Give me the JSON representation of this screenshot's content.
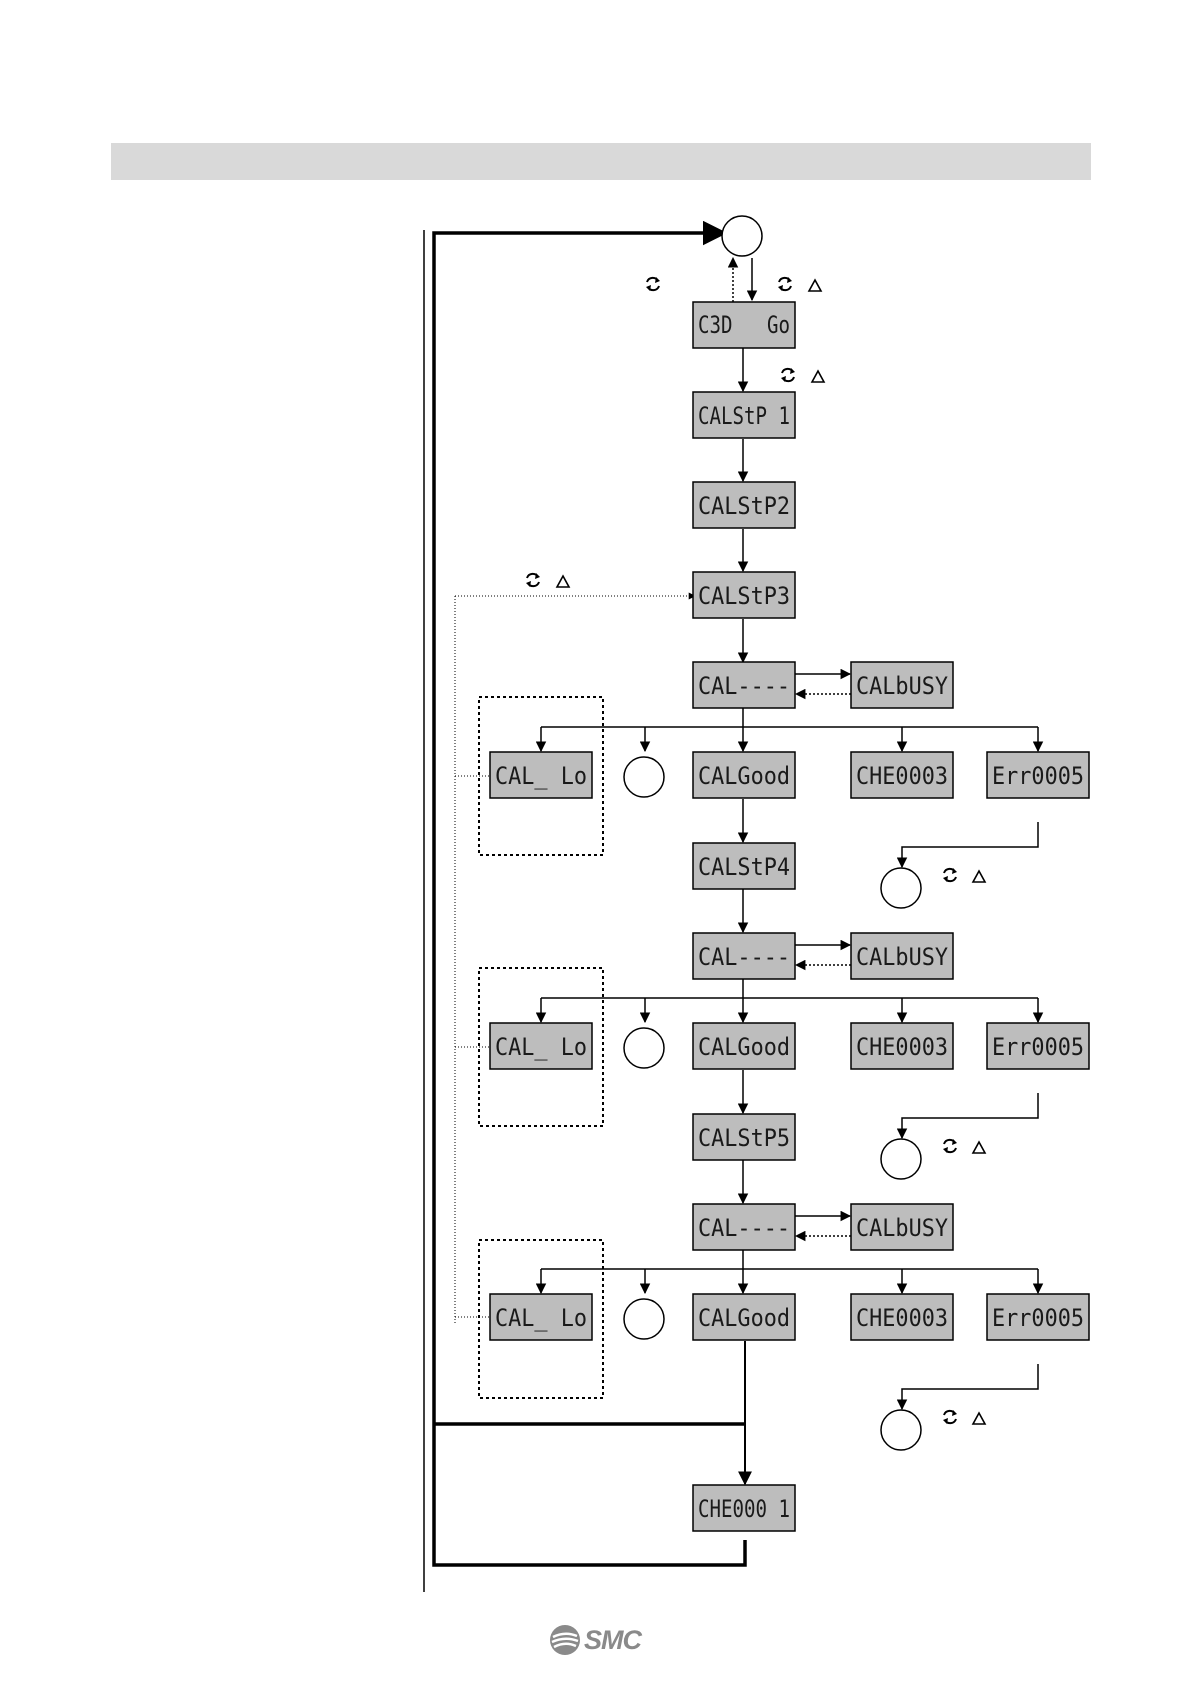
{
  "colors": {
    "header_band": "#d9d9d9",
    "lcd_fill": "#bdbdbd",
    "line": "#000000",
    "logo": "#8a8a8a"
  },
  "icons": {
    "rotate": "rotate-arrows-icon",
    "triangle": "up-triangle-icon"
  },
  "displays": {
    "c3d_go": "C3D   Go",
    "stp1": "CALStP 1",
    "stp2": "CALStP2",
    "stp3": "CALStP3",
    "stp4": "CALStP4",
    "stp5": "CALStP5",
    "dashes": "CAL----",
    "busy": "CALbUSY",
    "lo": "CAL_ Lo",
    "good": "CALGood",
    "che0003": "CHE0003",
    "err0005": "Err0005",
    "che0001": "CHE000 1"
  },
  "logo": {
    "text": "SMC"
  }
}
